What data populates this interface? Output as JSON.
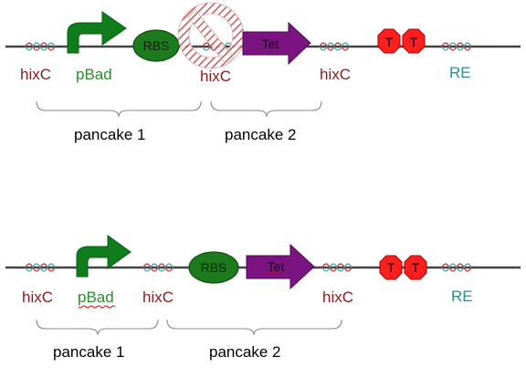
{
  "colors": {
    "backbone": "#444444",
    "helix_a": "#c0282a",
    "helix_b": "#3aa0a0",
    "promoter": "#0f7d1c",
    "promoter_label": "#2e8b2e",
    "rbs": "#1d7a1d",
    "tet": "#7b1380",
    "terminator": "#ff1f1f",
    "hix_label": "#8b1a1a",
    "re_label": "#2b8f93",
    "prohibit": "#b22a2a"
  },
  "diagram_top": {
    "labels": {
      "hix_left": "hixC",
      "pbad": "pBad",
      "hix_mid": "hixC",
      "hix_right": "hixC",
      "re": "RE",
      "pancake1": "pancake 1",
      "pancake2": "pancake 2"
    },
    "rbs": "RBS",
    "tet": "Tet",
    "term1": "T",
    "term2": "T",
    "crossed_out": "hix-mid"
  },
  "diagram_bottom": {
    "labels": {
      "hix_left": "hixC",
      "pbad": "pBad",
      "hix_mid": "hixC",
      "hix_right": "hixC",
      "re": "RE",
      "pancake1": "pancake 1",
      "pancake2": "pancake 2"
    },
    "rbs": "RBS",
    "tet": "Tet",
    "term1": "T",
    "term2": "T"
  }
}
